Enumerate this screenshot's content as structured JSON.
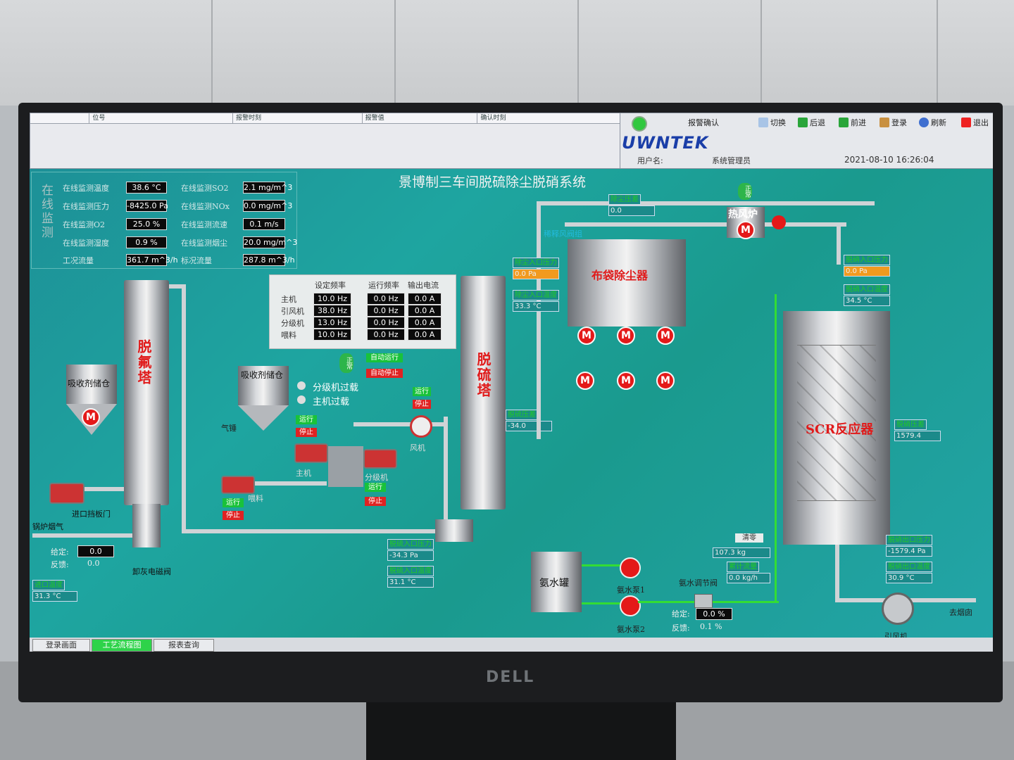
{
  "alarm_table": {
    "headers": [
      "位号",
      "报警时刻",
      "报警值",
      "确认时刻"
    ]
  },
  "toolbar": {
    "ack": "报警确认",
    "switch": "切换",
    "back": "后退",
    "forward": "前进",
    "login": "登录",
    "refresh": "刷新",
    "exit": "退出",
    "logo": "UWNTEK",
    "user_label": "用户名:",
    "user_value": "系统管理员",
    "datetime": "2021-08-10  16:26:04"
  },
  "title": "景博制三车间脱硫除尘脱硝系统",
  "monitor": {
    "side_title": "在线监测",
    "items": [
      {
        "label": "在线监测温度",
        "value": "38.6 °C"
      },
      {
        "label": "在线监测压力",
        "value": "-8425.0 Pa"
      },
      {
        "label": "在线监测O2",
        "value": "25.0 %"
      },
      {
        "label": "在线监测湿度",
        "value": "0.9 %"
      },
      {
        "label": "工况流量",
        "value": "361.7 m^3/h"
      },
      {
        "label": "在线监测SO2",
        "value": "2.1 mg/m^3"
      },
      {
        "label": "在线监测NOx",
        "value": "0.0 mg/m^3"
      },
      {
        "label": "在线监测流速",
        "value": "0.1 m/s"
      },
      {
        "label": "在线监测烟尘",
        "value": "20.0 mg/m^3"
      },
      {
        "label": "标况流量",
        "value": "287.8 m^3/h"
      }
    ]
  },
  "freq_table": {
    "headers": [
      "设定频率",
      "运行频率",
      "输出电流"
    ],
    "rows": [
      {
        "name": "主机",
        "set": "10.0 Hz",
        "run": "0.0 Hz",
        "cur": "0.0 A"
      },
      {
        "name": "引风机",
        "set": "38.0 Hz",
        "run": "0.0 Hz",
        "cur": "0.0 A"
      },
      {
        "name": "分级机",
        "set": "13.0 Hz",
        "run": "0.0 Hz",
        "cur": "0.0 A"
      },
      {
        "name": "喂料",
        "set": "10.0 Hz",
        "run": "0.0 Hz",
        "cur": "0.0 A"
      }
    ]
  },
  "status": {
    "normal": "正常",
    "run": "运行",
    "stop": "停止",
    "auto_run": "自动运行",
    "auto_stop": "自动停止",
    "classifier_overload": "分级机过载",
    "host_overload": "主机过载"
  },
  "equipment": {
    "defluor_tower": "脱氟塔",
    "absorbent_silo1": "吸收剂储仓",
    "absorbent_silo2": "吸收剂储仓",
    "desulf_tower": "脱硫塔",
    "bag_filter": "布袋除尘器",
    "hot_furnace": "热风炉",
    "scr": "SCR反应器",
    "ammonia_tank": "氨水罐",
    "fan": "风机",
    "host": "主机",
    "classifier": "分级机",
    "feed": "喂料",
    "gas_lock": "气锤",
    "inlet_damper": "进口挡板门",
    "boiler_gas": "锅炉烟气",
    "ash_valve": "卸灰电磁阀",
    "dilution_valve": "稀释风阀组",
    "pump1": "氨水泵1",
    "pump2": "氨水泵2",
    "ammonia_valve": "氨水调节阀",
    "id_fan": "引风机",
    "to_chimney": "去烟囱",
    "clear": "清零"
  },
  "readings": {
    "given_label": "给定:",
    "feedback_label": "反馈:",
    "inlet_given": "0.0",
    "inlet_feedback": "0.0",
    "inlet_temp_label": "进口温度",
    "inlet_temp": "31.3 °C",
    "dust_diff_label": "除尘压差",
    "dust_diff": "0.0",
    "dust_in_p_label": "除尘入口压力",
    "dust_in_p": "0.0 Pa",
    "dust_in_t_label": "除尘入口温度",
    "dust_in_t": "33.3 °C",
    "desulf_diff_label": "脱硫压差",
    "desulf_diff": "-34.0",
    "desulf_in_p_label": "脱硫入口压力",
    "desulf_in_p": "-34.3 Pa",
    "desulf_in_t_label": "脱硫入口温度",
    "desulf_in_t": "31.1 °C",
    "denox_in_p_label": "脱硝入口压力",
    "denox_in_p": "0.0 Pa",
    "denox_in_t_label": "脱硝入口温度",
    "denox_in_t": "34.5 °C",
    "denox_diff_label": "脱硝压差",
    "denox_diff": "1579.4",
    "denox_out_p_label": "脱硝出口压力",
    "denox_out_p": "-1579.4 Pa",
    "denox_out_t_label": "脱硝出口温度",
    "denox_out_t": "30.9 °C",
    "ammonia_weight": "107.3 kg",
    "ammonia_flow_label": "累计流量",
    "ammonia_flow": "0.0 kg/h",
    "valve_given": "0.0 %",
    "valve_feedback": "0.1 %"
  },
  "tabs": [
    "登录画面",
    "工艺流程图",
    "报表查询"
  ],
  "monitor_brand": "DELL"
}
